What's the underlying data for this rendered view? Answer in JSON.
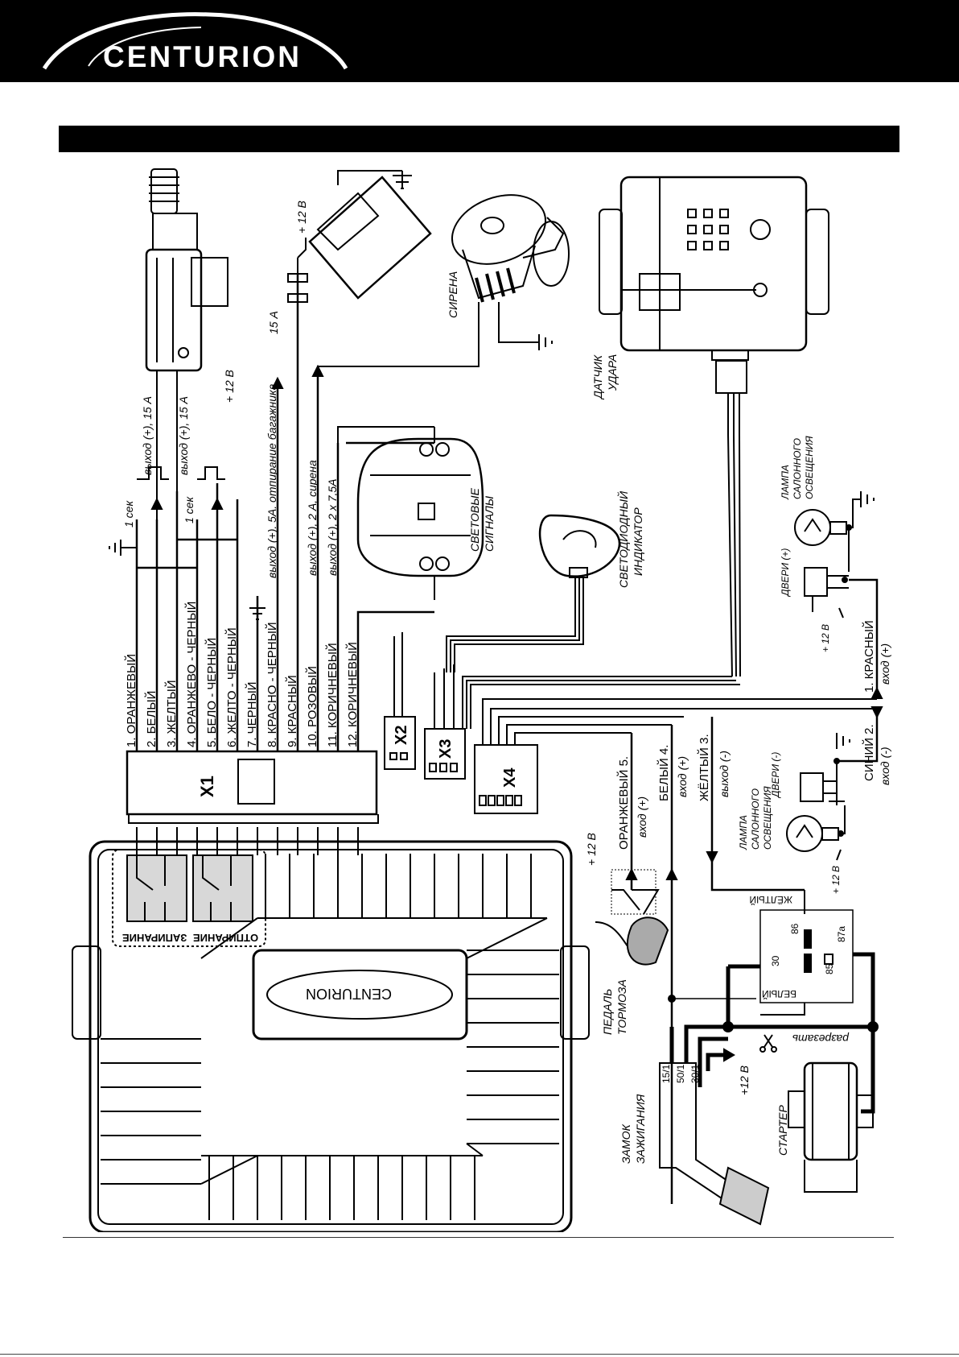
{
  "header": {
    "brand": "CENTURION"
  },
  "x1_wires": [
    "1. ОРАНЖЕВЫЙ",
    "2. БЕЛЫЙ",
    "3. ЖЕЛТЫЙ",
    "4. ОРАНЖЕВО - ЧЕРНЫЙ",
    "5. БЕЛО - ЧЕРНЫЙ",
    "6. ЖЕЛТО - ЧЕРНЫЙ",
    "7. ЧЕРНЫЙ",
    "8. КРАСНО - ЧЕРНЫЙ",
    "9. КРАСНЫЙ",
    "10. РОЗОВЫЙ",
    "11. КОРИЧНЕВЫЙ",
    "12. КОРИЧНЕВЫЙ"
  ],
  "connectors": {
    "x1": "X1",
    "x2": "X2",
    "x3": "X3",
    "x4": "X4"
  },
  "main_unit": {
    "relay_lock": "ЗАПИРАНИЕ",
    "relay_unlock": "ОТПИРАНИЕ",
    "brand": "CENTURION"
  },
  "outputs": {
    "out1": "выход (+), 15 А",
    "out2": "выход (+), 15 А",
    "sec1": "1 сек",
    "sec2": "1 сек",
    "plus12_a": "+ 12 В",
    "trunk": "выход (+). 5А. отпирание багажника",
    "siren_out": "выход (+), 2 А, сирена",
    "lights_out": "выход (+), 2 х 7,5А",
    "fuse": "15 А",
    "battery_plus": "+ 12 В"
  },
  "components": {
    "siren": "СИРЕНА",
    "lights_1": "СВЕТОВЫЕ",
    "lights_2": "СИГНАЛЫ",
    "led_1": "СВЕТОДИОДНЫЙ",
    "led_2": "ИНДИКАТОР",
    "shock_1": "ДАТЧИК",
    "shock_2": "УДАРА",
    "lamp_top_1": "ЛАМПА",
    "lamp_top_2": "САЛОННОГО",
    "lamp_top_3": "ОСВЕЩЕНИЯ",
    "doors_plus": "ДВЕРИ (+)",
    "plus12_doors": "+ 12 В",
    "lamp_mid_1": "ЛАМПА",
    "lamp_mid_2": "САЛОННОГО",
    "lamp_mid_3": "ОСВЕЩЕНИЯ",
    "doors_minus": "ДВЕРИ (-)",
    "plus12_lamp2": "+ 12 В",
    "brake_1": "ПЕДАЛЬ",
    "brake_2": "ТОРМОЗА",
    "plus12_brake": "+ 12 В",
    "ign_1": "ЗАМОК",
    "ign_2": "ЗАЖИГАНИЯ",
    "starter": "СТАРТЕР",
    "cut": "разрезать",
    "plus12_ign": "+12 В",
    "ign_15": "15/1",
    "ign_50": "50/1",
    "ign_30": "30/1"
  },
  "x4_wires": {
    "w1_name": "1. КРАСНЫЙ",
    "w1_dir": "вход (+)",
    "w2_name": "СИНИЙ  2.",
    "w2_dir": "вход (-)",
    "w3_name": "ЖЁЛТЫЙ  3.",
    "w3_dir": "выход (-)",
    "w4_name": "БЕЛЫЙ  4.",
    "w4_dir": "вход (+)",
    "w5_name": "ОРАНЖЕВЫЙ 5.",
    "w5_dir": "вход (+)"
  },
  "relay": {
    "yellow": "ЖЁЛТЫЙ",
    "white": "БЕЛЫЙ",
    "p86": "86",
    "p87a": "87а",
    "p30": "30",
    "p85": "85"
  }
}
